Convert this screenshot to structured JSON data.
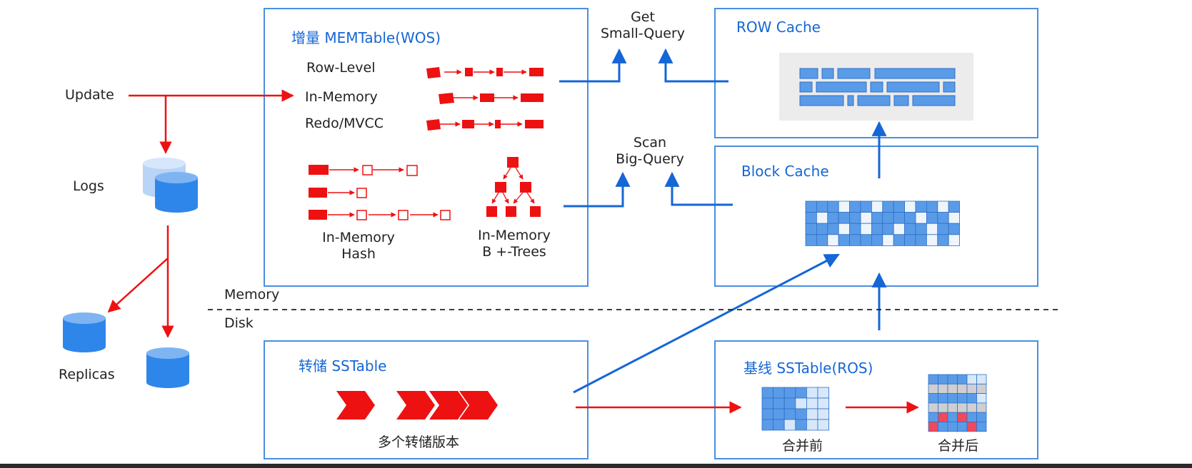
{
  "update_label": "Update",
  "logs_label": "Logs",
  "replicas_label": "Replicas",
  "memory_label": "Memory",
  "disk_label": "Disk",
  "memtable": {
    "title": "增量 MEMTable(WOS)",
    "rows": [
      "Row-Level",
      "In-Memory",
      "Redo/MVCC"
    ],
    "hash_label": [
      "In-Memory",
      "Hash"
    ],
    "btree_label": [
      "In-Memory",
      "B +-Trees"
    ]
  },
  "get_query": [
    "Get",
    "Small-Query"
  ],
  "scan_query": [
    "Scan",
    "Big-Query"
  ],
  "row_cache": {
    "title": "ROW Cache"
  },
  "block_cache": {
    "title": "Block Cache"
  },
  "dump_sstable": {
    "title": "转储 SSTable",
    "caption": "多个转储版本"
  },
  "base_sstable": {
    "title": "基线 SSTable(ROS)",
    "before": "合并前",
    "after": "合并后"
  },
  "colors": {
    "accent_red": "#ee1111",
    "accent_blue": "#1566d6",
    "cell_blue": "#5a9be8",
    "cell_light": "#d8e8fa",
    "frame_blue": "#4a8fe0"
  }
}
